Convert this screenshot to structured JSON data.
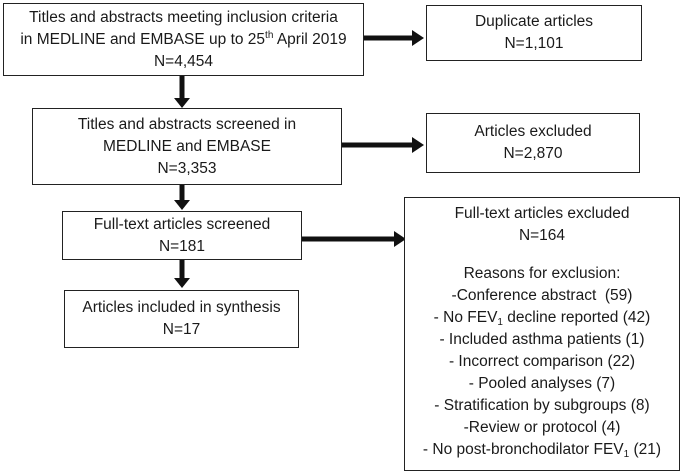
{
  "flow": {
    "box1": {
      "line1": "Titles and abstracts meeting inclusion criteria",
      "line2_pre": "in MEDLINE and EMBASE up to 25",
      "line2_sup": "th",
      "line2_post": " April 2019",
      "count": "N=4,454"
    },
    "box_dup": {
      "title": "Duplicate articles",
      "count": "N=1,101"
    },
    "box2": {
      "line1": "Titles and abstracts screened in",
      "line2": "MEDLINE and EMBASE",
      "count": "N=3,353"
    },
    "box_excl": {
      "title": "Articles excluded",
      "count": "N=2,870"
    },
    "box3": {
      "title": "Full-text articles screened",
      "count": "N=181"
    },
    "box4": {
      "title": "Articles included in synthesis",
      "count": "N=17"
    },
    "box_fulltext_excl": {
      "title": "Full-text articles excluded",
      "count": "N=164",
      "reasons_heading": "Reasons for exclusion:",
      "reason1": "-Conference abstract  (59)",
      "reason2_pre": "- No FEV",
      "reason2_sub": "1",
      "reason2_post": " decline reported (42)",
      "reason3": "- Included asthma patients (1)",
      "reason4": "- Incorrect comparison (22)",
      "reason5": "- Pooled analyses (7)",
      "reason6": "- Stratification by subgroups (8)",
      "reason7": "-Review or protocol (4)",
      "reason8_pre": "- No post-bronchodilator FEV",
      "reason8_sub": "1",
      "reason8_post": " (21)"
    }
  }
}
